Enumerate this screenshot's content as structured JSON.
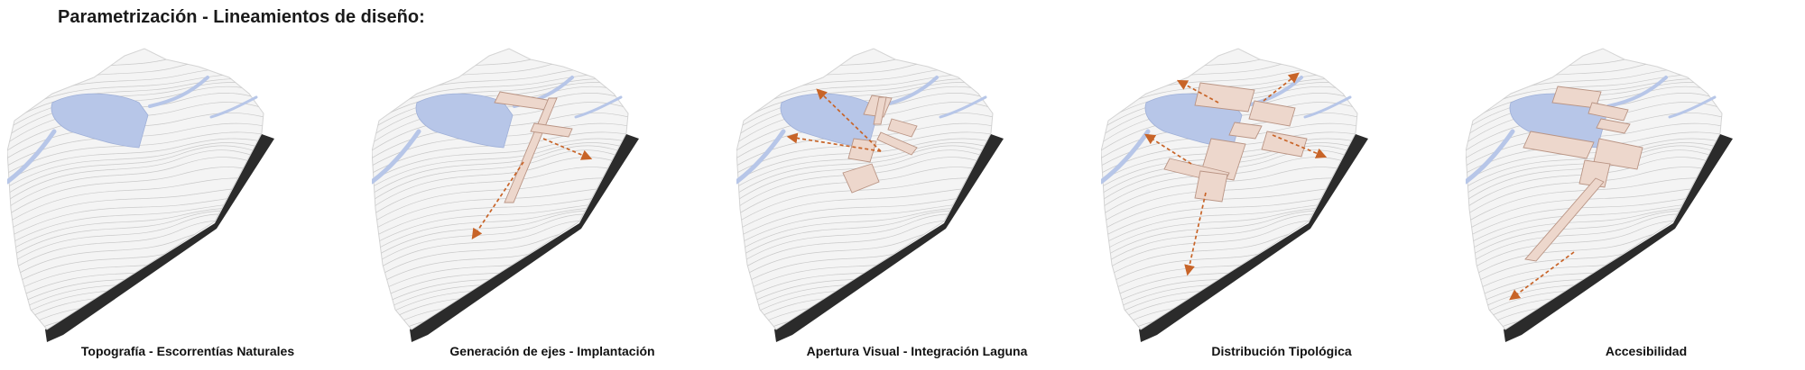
{
  "page_title": "Parametrización - Lineamientos de diseño:",
  "colors": {
    "terrain": "#f4f4f4",
    "contour": "#c9c9c9",
    "side": "#2b2b2b",
    "water": "#b7c6e8",
    "building": "#edd7cc",
    "building_edge": "#b99484",
    "arrow": "#c86428"
  },
  "panels": [
    {
      "caption": "Topografía - Escorrentías Naturales",
      "buildings": "none",
      "arrows": "none"
    },
    {
      "caption": "Generación de ejes - Implantación",
      "buildings": "axes",
      "arrows": "axes"
    },
    {
      "caption": "Apertura Visual - Integración Laguna",
      "buildings": "cross",
      "arrows": "visual"
    },
    {
      "caption": "Distribución Tipológica",
      "buildings": "typology",
      "arrows": "distribution"
    },
    {
      "caption": "Accesibilidad",
      "buildings": "access",
      "arrows": "access"
    }
  ]
}
